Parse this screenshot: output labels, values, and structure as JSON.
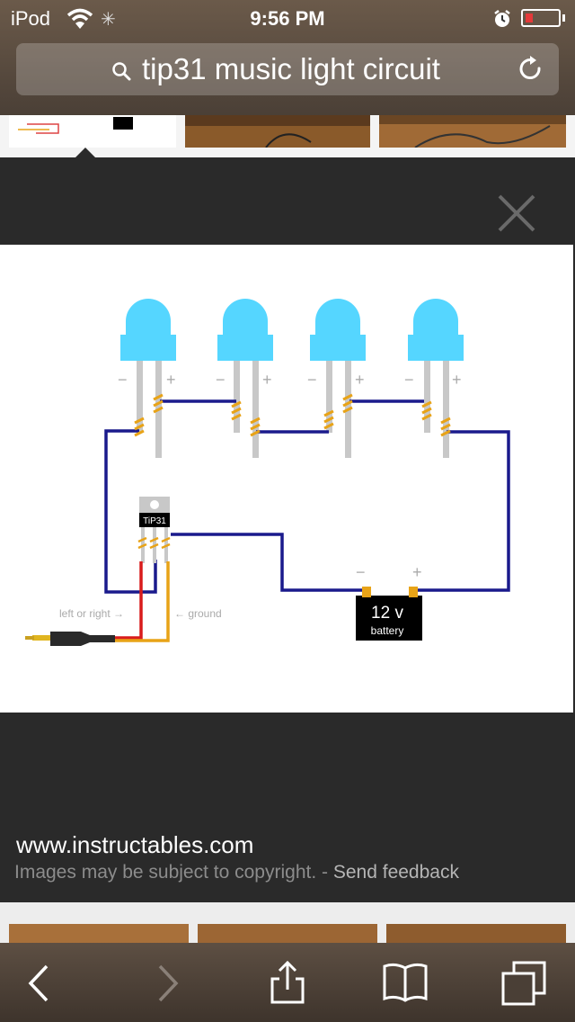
{
  "status_bar": {
    "carrier": "iPod",
    "time": "9:56 PM"
  },
  "url_bar": {
    "query": "tip31 music light circuit"
  },
  "viewer": {
    "source": "www.instructables.com",
    "copyright": "Images may be subject to copyright.",
    "separator": "-",
    "feedback": "Send feedback"
  },
  "diagram": {
    "led_minus": "−",
    "led_plus": "+",
    "transistor_label": "TiP31",
    "battery_voltage": "12 v",
    "battery_label": "battery",
    "battery_minus": "−",
    "battery_plus": "+",
    "left_right_label": "left or right →",
    "ground_label": "← ground"
  },
  "colors": {
    "led": "#55d6ff",
    "wire_blue": "#1a1a8c",
    "wire_red": "#d91c1c",
    "wire_yellow": "#e8a317"
  }
}
